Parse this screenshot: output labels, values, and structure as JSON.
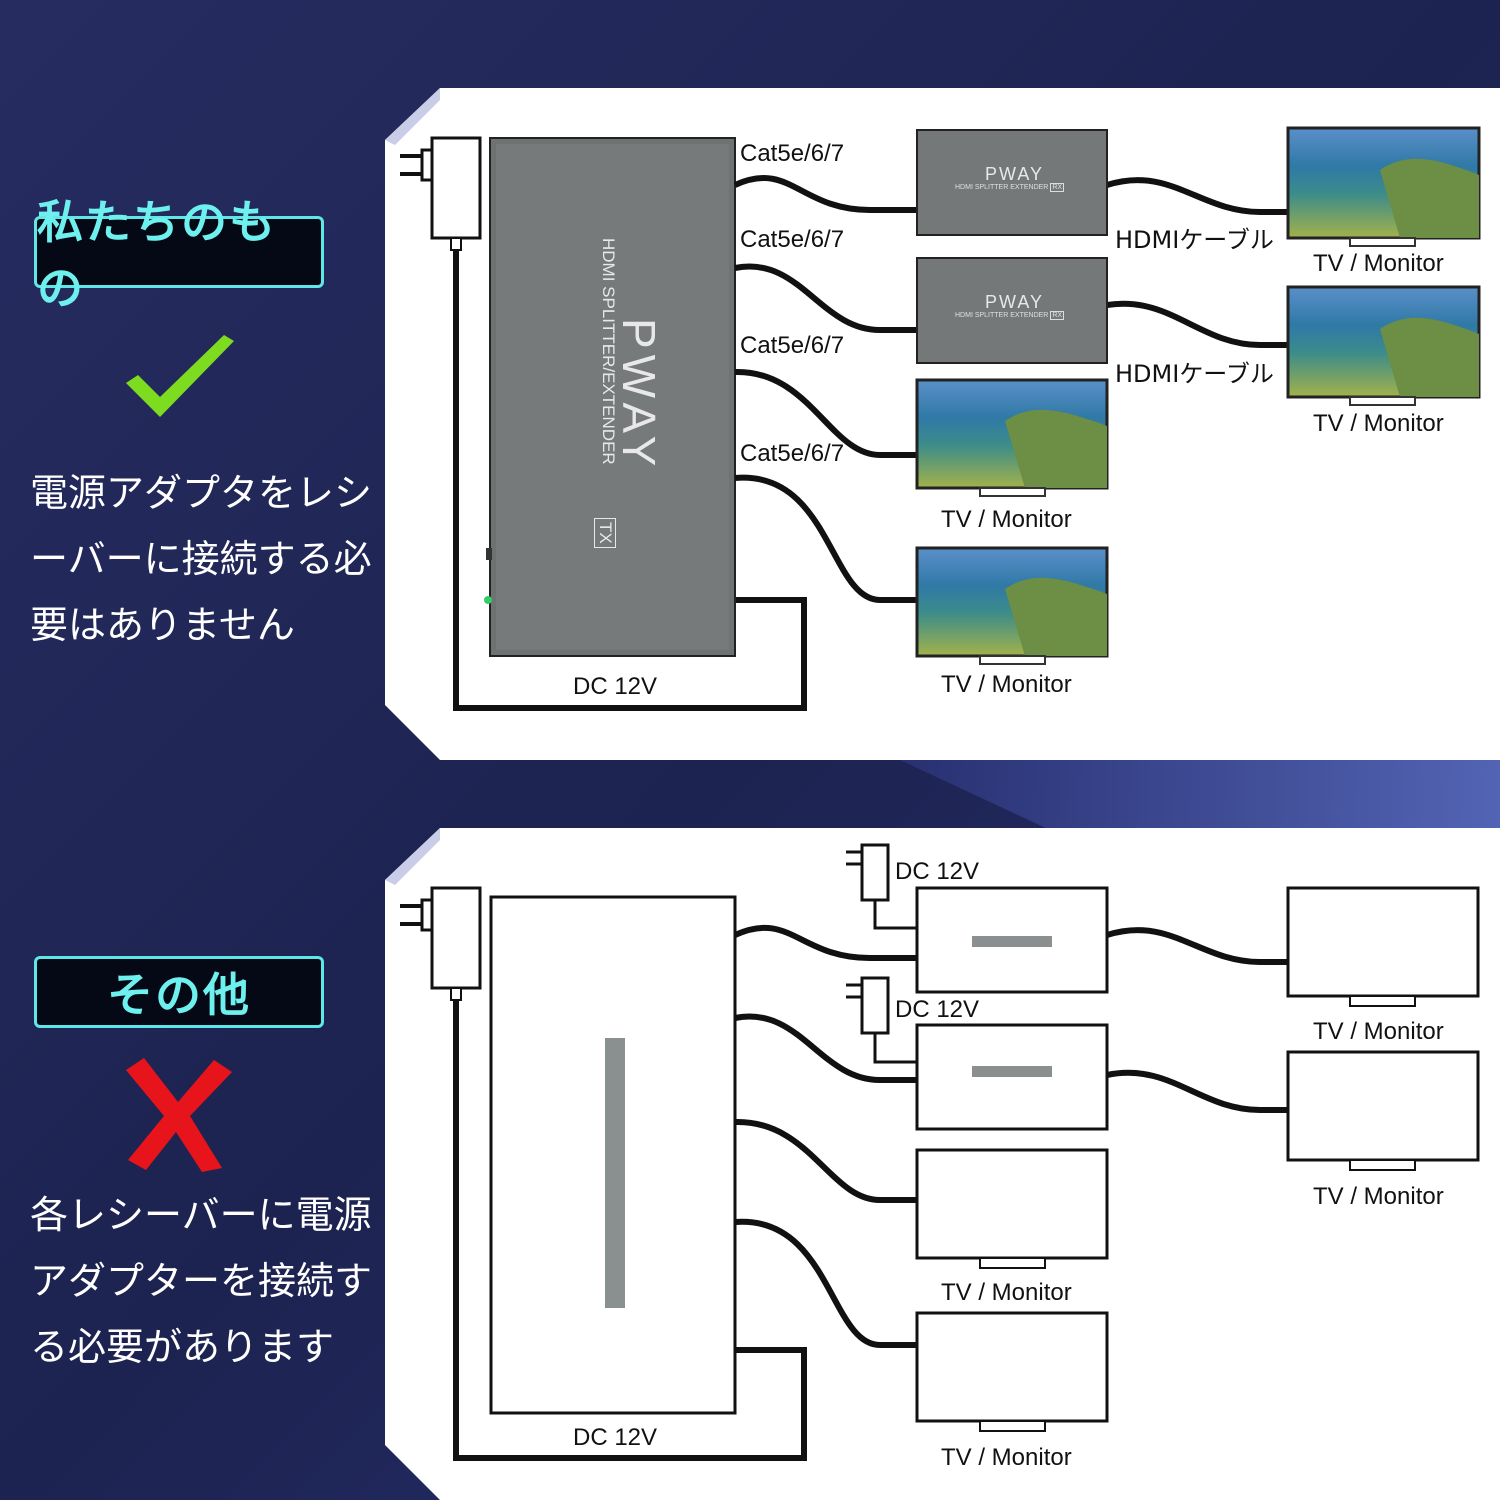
{
  "top_panel": {
    "badge": "私たちのもの",
    "description_lines": [
      "電源アダプタをレシ",
      "ーバーに接続する必",
      "要はありません"
    ],
    "tx_brand": "PWAY",
    "tx_model": "HDMI SPLITTER/EXTENDER",
    "tx_tag": "TX",
    "rx_brand": "PWAY",
    "rx_model": "HDMI SPLITTER EXTENDER",
    "rx_tag": "RX",
    "cable_labels": [
      "Cat5e/6/7",
      "Cat5e/6/7",
      "Cat5e/6/7",
      "Cat5e/6/7"
    ],
    "hdmi_labels": [
      "HDMIケーブル",
      "HDMIケーブル"
    ],
    "tv_labels": [
      "TV / Monitor",
      "TV / Monitor",
      "TV / Monitor",
      "TV / Monitor"
    ],
    "power_label": "DC 12V"
  },
  "bottom_panel": {
    "badge": "その他",
    "description_lines": [
      "各レシーバーに電源",
      "アダプターを接続す",
      "る必要があります"
    ],
    "rx_power_labels": [
      "DC 12V",
      "DC 12V"
    ],
    "tv_labels": [
      "TV / Monitor",
      "TV / Monitor",
      "TV / Monitor",
      "TV / Monitor"
    ],
    "power_label": "DC 12V"
  },
  "colors": {
    "background": "#1e2456",
    "badge_border": "#5fe6e6",
    "check_mark": "#7ddc1f",
    "cross_mark": "#e8141c"
  }
}
